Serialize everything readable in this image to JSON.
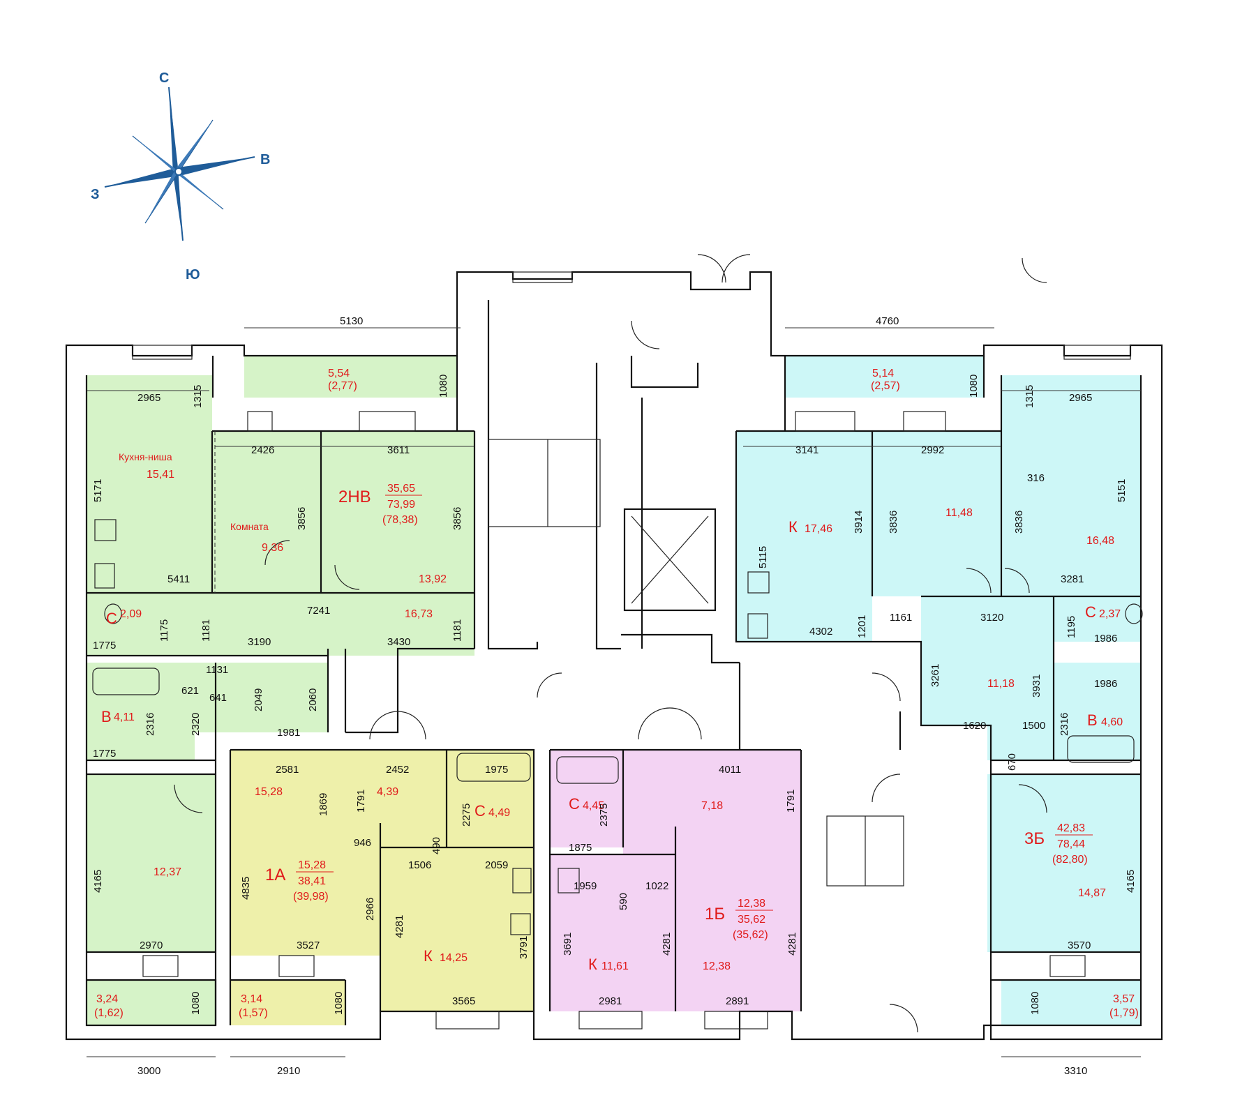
{
  "colors": {
    "green": "#d6f3c8",
    "cyan": "#cdf7f7",
    "yellow": "#eef0aa",
    "pink": "#f3d3f3",
    "walls": "#111111",
    "labels": "#e01b1b",
    "compass": "#1f5c99"
  },
  "compass": {
    "n": "С",
    "e": "В",
    "s": "Ю",
    "w": "З"
  },
  "apartments": {
    "a2nv": {
      "code": "2НВ",
      "living": "35,65",
      "total": "73,99",
      "total_with_balcony": "(78,38)",
      "kitchen_label": "Кухня-ниша",
      "kitchen_area": "15,41",
      "room_label": "Комната",
      "room_area": "9,36",
      "room2_area": "13,92",
      "hall_area": "16,73",
      "bath_code": "С",
      "bath_area": "2,09",
      "wc_code": "В",
      "wc_area": "4,11",
      "room3_area": "12,37",
      "balcony_top_area": "5,54",
      "balcony_top_half": "(2,77)",
      "balcony_bot_area": "3,24",
      "balcony_bot_half": "(1,62)"
    },
    "a1a": {
      "code": "1А",
      "living": "15,28",
      "total": "38,41",
      "total_with_balcony": "(39,98)",
      "room_area": "15,28",
      "hall_area": "4,39",
      "bath_code": "С",
      "bath_area": "4,49",
      "kitchen_code": "К",
      "kitchen_area": "14,25",
      "balcony_area": "3,14",
      "balcony_half": "(1,57)"
    },
    "a1b": {
      "code": "1Б",
      "living": "12,38",
      "total": "35,62",
      "total_with_balcony": "(35,62)",
      "bath_code": "С",
      "bath_area": "4,45",
      "hall_area": "7,18",
      "kitchen_code": "К",
      "kitchen_area": "11,61",
      "room_area": "12,38"
    },
    "a3b": {
      "code": "3Б",
      "living": "42,83",
      "total": "78,44",
      "total_with_balcony": "(82,80)",
      "kitchen_code": "К",
      "kitchen_area": "17,46",
      "room1_area": "11,48",
      "room2_area": "16,48",
      "hall_area": "11,18",
      "bath_code": "С",
      "bath_area": "2,37",
      "wc_code": "В",
      "wc_area": "4,60",
      "room3_area": "14,87",
      "balcony_top_area": "5,14",
      "balcony_top_half": "(2,57)",
      "balcony_bot_area": "3,57",
      "balcony_bot_half": "(1,79)"
    }
  },
  "dimensions": {
    "d5130": "5130",
    "d4760": "4760",
    "d3000": "3000",
    "d2910": "2910",
    "d3310": "3310",
    "d2965a": "2965",
    "d1315a": "1315",
    "d5171": "5171",
    "d2426": "2426",
    "d3611": "3611",
    "d3856a": "3856",
    "d3856b": "3856",
    "d1080a": "1080",
    "d5411": "5411",
    "d7241": "7241",
    "d1175": "1175",
    "d1775a": "1775",
    "d1181a": "1181",
    "d3190": "3190",
    "d3430": "3430",
    "d1181b": "1181",
    "d1131": "1131",
    "d621": "621",
    "d641": "641",
    "d2049": "2049",
    "d2060": "2060",
    "d2316a": "2316",
    "d2320": "2320",
    "d1981": "1981",
    "d1775b": "1775",
    "d4165a": "4165",
    "d2970": "2970",
    "d1080b": "1080",
    "d2581": "2581",
    "d2452": "2452",
    "d1869": "1869",
    "d1791a": "1791",
    "d2275": "2275",
    "d1975": "1975",
    "d946": "946",
    "d490": "490",
    "d4835": "4835",
    "d2966": "2966",
    "d1506": "1506",
    "d2059": "2059",
    "d4281a": "4281",
    "d3527": "3527",
    "d3791": "3791",
    "d3565": "3565",
    "d1080c": "1080",
    "d4011": "4011",
    "d1791b": "1791",
    "d2375": "2375",
    "d1875": "1875",
    "d1959": "1959",
    "d590": "590",
    "d1022": "1022",
    "d3691": "3691",
    "d4281b": "4281",
    "d4281c": "4281",
    "d2981": "2981",
    "d2891": "2891",
    "d1080d": "1080",
    "d3141": "3141",
    "d2992": "2992",
    "d2965b": "2965",
    "d1315b": "1315",
    "d316": "316",
    "d5115": "5115",
    "d3914": "3914",
    "d3836a": "3836",
    "d3836b": "3836",
    "d5151": "5151",
    "d3281": "3281",
    "d4302": "4302",
    "d1201": "1201",
    "d1161": "1161",
    "d3120": "3120",
    "d1195": "1195",
    "d1986a": "1986",
    "d3261": "3261",
    "d3931": "3931",
    "d1986b": "1986",
    "d1620": "1620",
    "d1500": "1500",
    "d2316b": "2316",
    "d670": "670",
    "d4165b": "4165",
    "d3570": "3570",
    "d1080e": "1080"
  }
}
